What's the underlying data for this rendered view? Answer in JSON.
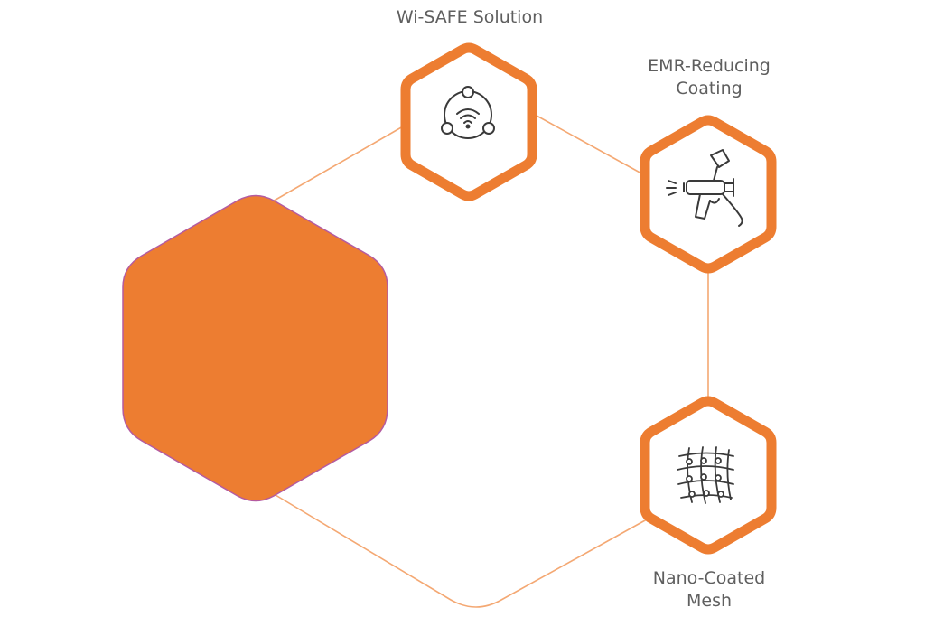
{
  "colors": {
    "accent": "#ED7D31",
    "connector": "#F4A873",
    "icon_stroke": "#3a3a3a",
    "label_text": "#5f5f5f",
    "main_hex_border": "#B45BA0"
  },
  "nodes": {
    "wisafe": {
      "label_lines": [
        "Wi-SAFE Solution"
      ],
      "icon": "wireless-network-icon"
    },
    "emr": {
      "label_lines": [
        "EMR-Reducing",
        "Coating"
      ],
      "icon": "spray-gun-icon"
    },
    "nano": {
      "label_lines": [
        "Nano-Coated",
        "Mesh"
      ],
      "icon": "mesh-net-icon"
    }
  }
}
